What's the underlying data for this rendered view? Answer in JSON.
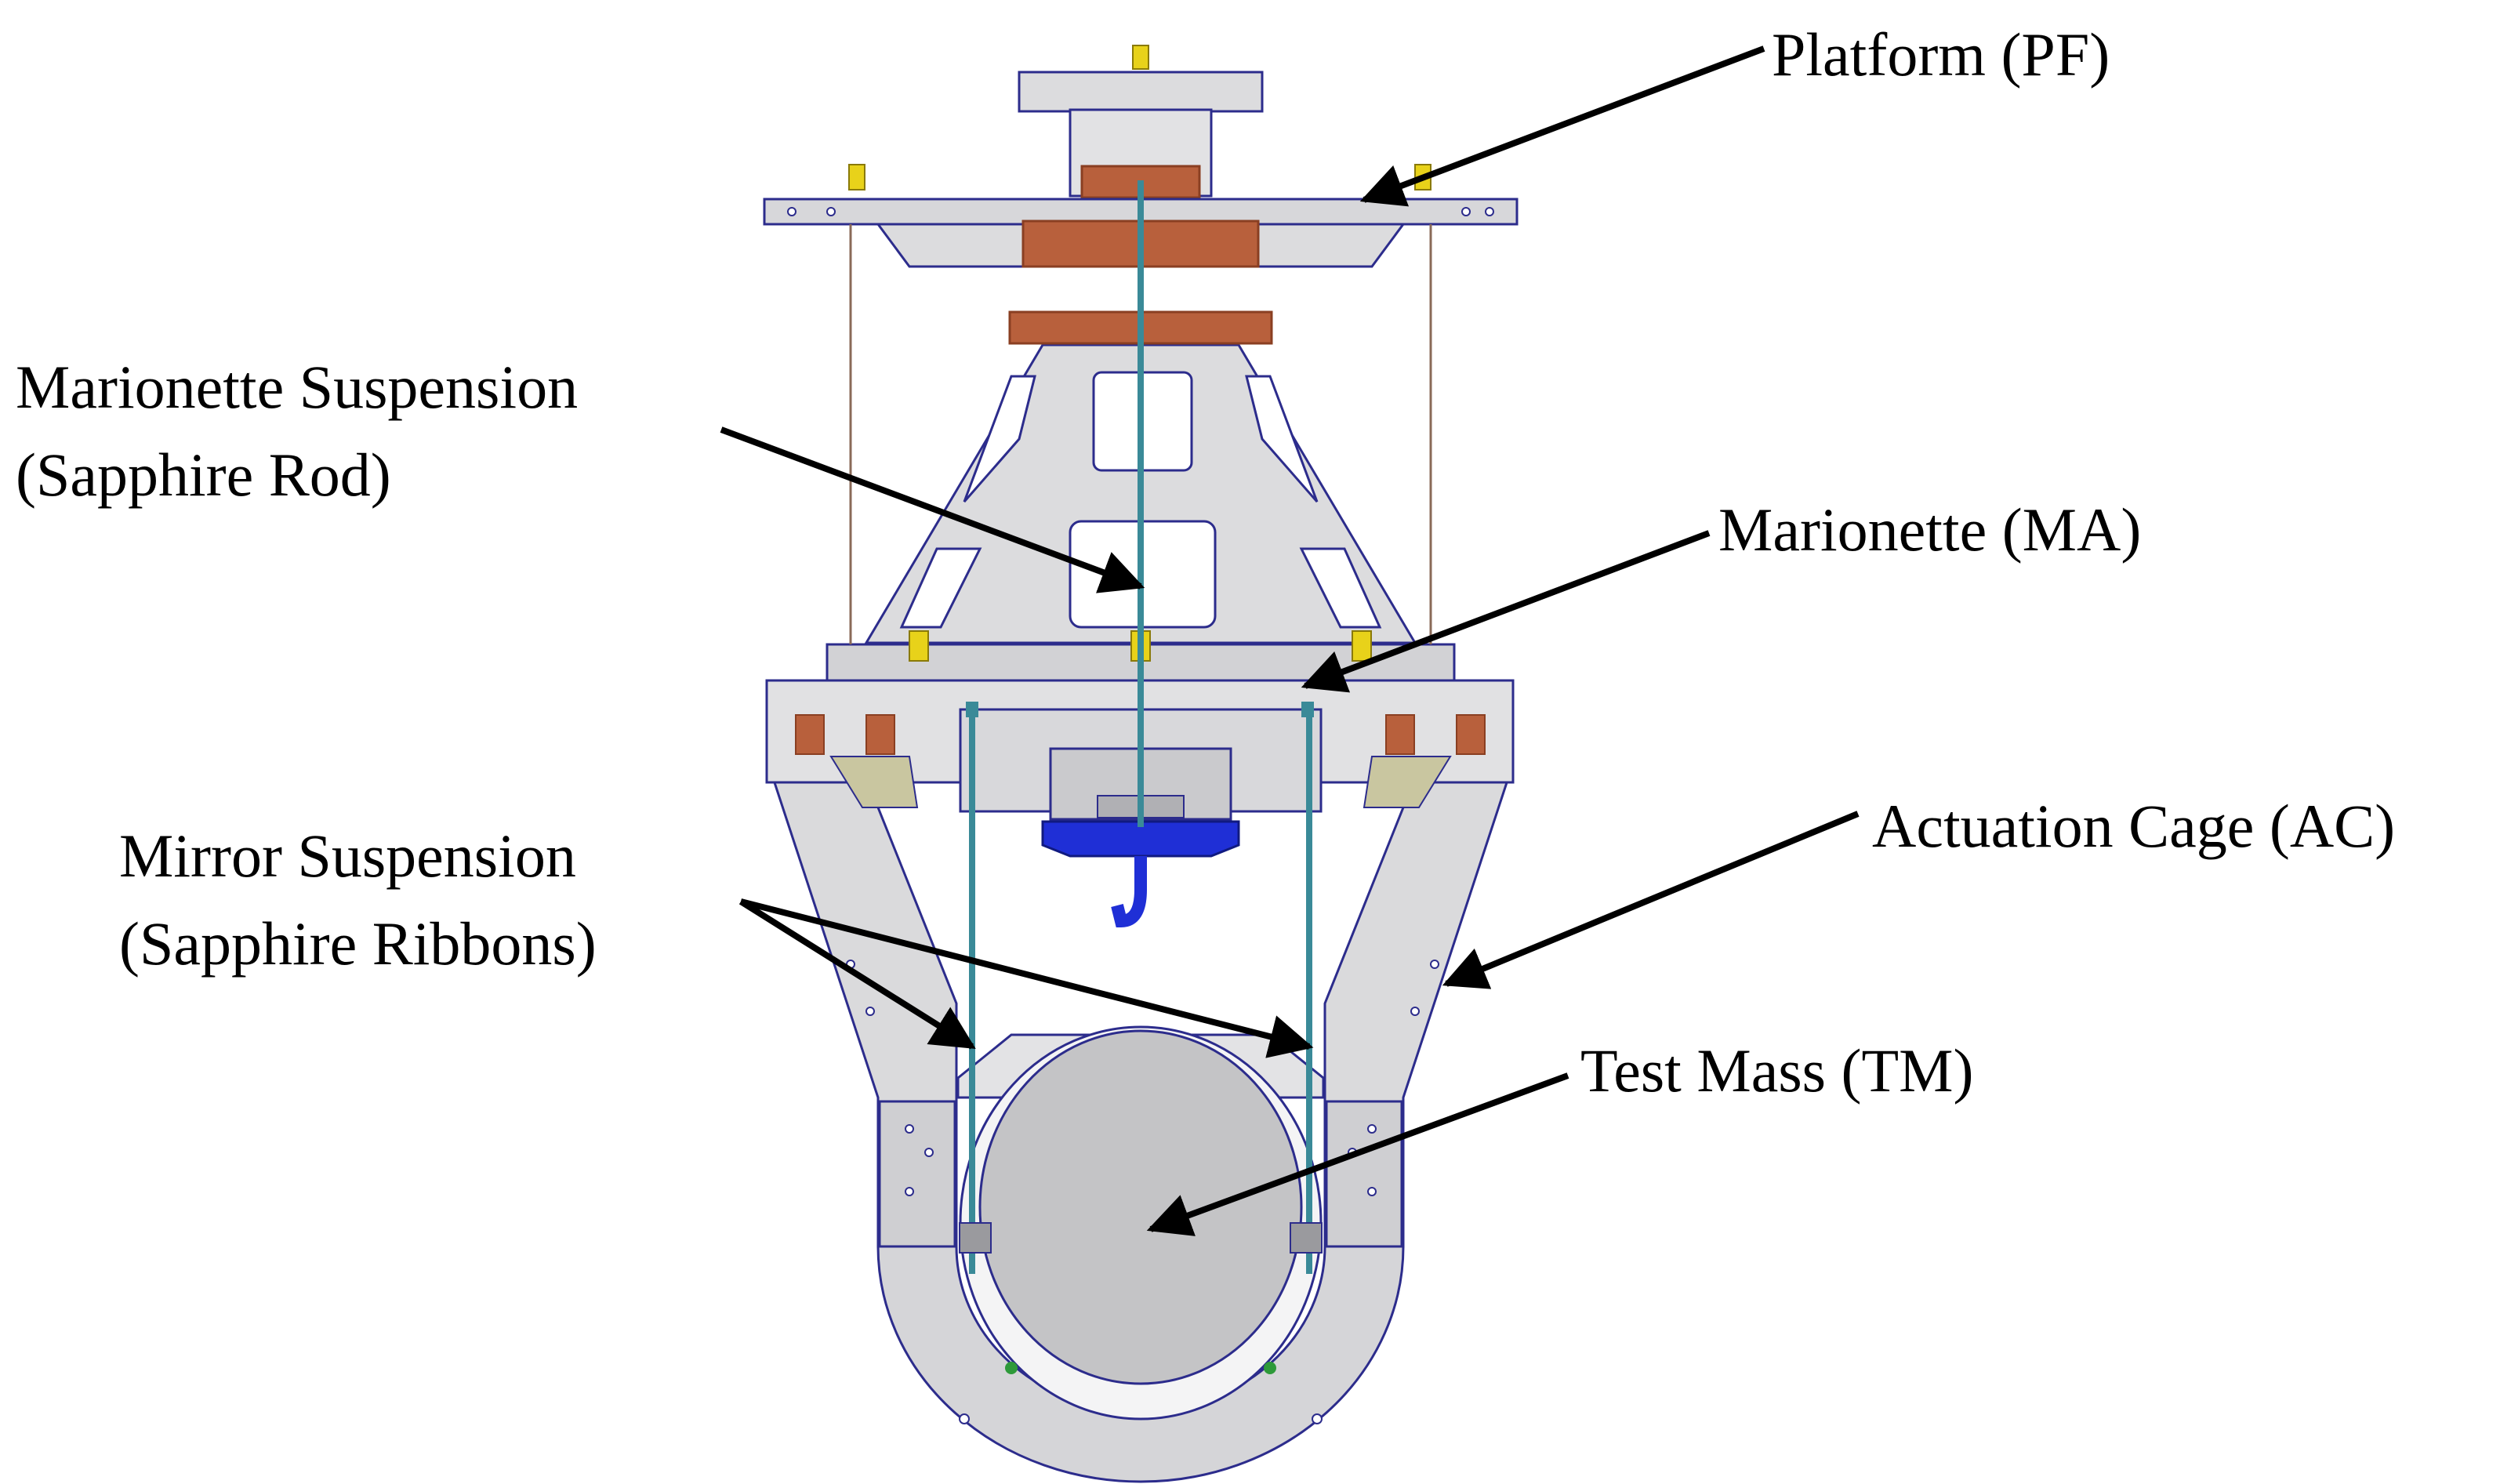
{
  "labels": {
    "platform": "Platform (PF)",
    "marionette_suspension": [
      "Marionette Suspension",
      "(Sapphire Rod)"
    ],
    "marionette": "Marionette (MA)",
    "mirror_suspension": [
      "Mirror Suspension",
      "(Sapphire Ribbons)"
    ],
    "actuation_cage": "Actuation Cage (AC)",
    "test_mass": "Test Mass (TM)"
  },
  "colors": {
    "metal": "#d9d9db",
    "metal_dark": "#b8b8bc",
    "outline": "#2c2c8c",
    "copper": "#b8603c",
    "copper_dark": "#8a3f22",
    "rod": "#3a8a98",
    "test_mass": "#c4c4c6",
    "blue_part": "#1f2fd6",
    "yellow_part": "#e8d21a",
    "green_part": "#2e9a3a",
    "arrow": "#000000"
  }
}
